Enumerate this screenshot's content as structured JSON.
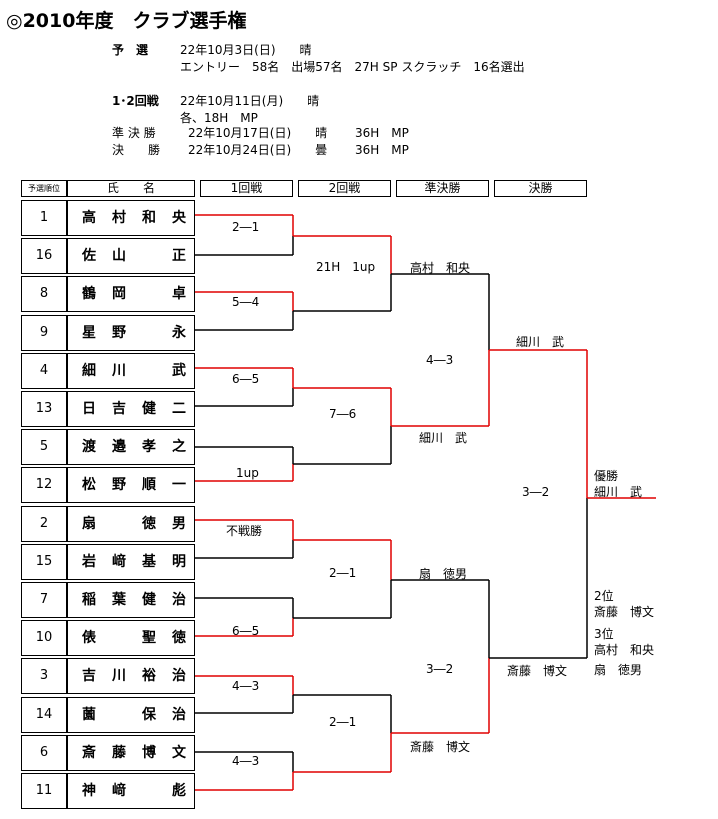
{
  "title": "◎2010年度　クラブ選手権",
  "info": {
    "qual_label": "予　選",
    "qual_line1": "22年10月3日(日)　　晴",
    "qual_line2": "エントリー　58名　出場57名　27H SP スクラッチ　16名選出",
    "r12_label": "1･2回戦",
    "r12_line1": "22年10月11日(月)　　晴",
    "r12_line2": "各、18H　MP",
    "semi_label": "準 決 勝",
    "semi_line": "22年10月17日(日)　　晴　　 36H　MP",
    "final_label": "決　　勝",
    "final_line": "22年10月24日(日)　　曇　　 36H　MP"
  },
  "headers": {
    "rank": "予選順位",
    "name": "氏　　名",
    "round1": "1回戦",
    "round2": "2回戦",
    "semi": "準決勝",
    "final": "決勝"
  },
  "players": [
    {
      "rank": "1",
      "name": [
        "高",
        "村",
        "和",
        "央"
      ]
    },
    {
      "rank": "16",
      "name": [
        "佐",
        "山",
        "",
        "正"
      ]
    },
    {
      "rank": "8",
      "name": [
        "鶴",
        "岡",
        "",
        "卓"
      ]
    },
    {
      "rank": "9",
      "name": [
        "星",
        "野",
        "",
        "永"
      ]
    },
    {
      "rank": "4",
      "name": [
        "細",
        "川",
        "",
        "武"
      ]
    },
    {
      "rank": "13",
      "name": [
        "日",
        "吉",
        "健",
        "二"
      ]
    },
    {
      "rank": "5",
      "name": [
        "渡",
        "邉",
        "孝",
        "之"
      ]
    },
    {
      "rank": "12",
      "name": [
        "松",
        "野",
        "順",
        "一"
      ]
    },
    {
      "rank": "2",
      "name": [
        "扇",
        "",
        "徳",
        "男"
      ]
    },
    {
      "rank": "15",
      "name": [
        "岩",
        "﨑",
        "基",
        "明"
      ]
    },
    {
      "rank": "7",
      "name": [
        "稲",
        "葉",
        "健",
        "治"
      ]
    },
    {
      "rank": "10",
      "name": [
        "俵",
        "",
        "聖",
        "徳"
      ]
    },
    {
      "rank": "3",
      "name": [
        "吉",
        "川",
        "裕",
        "治"
      ]
    },
    {
      "rank": "14",
      "name": [
        "薗",
        "",
        "保",
        "治"
      ]
    },
    {
      "rank": "6",
      "name": [
        "斎",
        "藤",
        "博",
        "文"
      ]
    },
    {
      "rank": "11",
      "name": [
        "神",
        "﨑",
        "",
        "彪"
      ]
    }
  ],
  "round1_scores": [
    "2―1",
    "5―4",
    "6―5",
    "1up",
    "不戦勝",
    "6―5",
    "4―3",
    "4―3"
  ],
  "round2_scores": [
    "21H　1up",
    "7―6",
    "2―1",
    "2―1"
  ],
  "round2_winners": [
    "高村　和央",
    "細川　武",
    "扇　徳男",
    "斎藤　博文"
  ],
  "semi_scores": [
    "4―3",
    "3―2"
  ],
  "semi_winners": [
    "細川　武",
    "斎藤　博文"
  ],
  "final_score": "3―2",
  "results": {
    "winner_label": "優勝",
    "winner_name": "細川　武",
    "second_label": "2位",
    "second_name": "斎藤　博文",
    "third_label": "3位",
    "third_name1": "高村　和央",
    "third_name2": "扇　徳男"
  },
  "colors": {
    "winner_line": "#e00000",
    "line": "#000000"
  }
}
